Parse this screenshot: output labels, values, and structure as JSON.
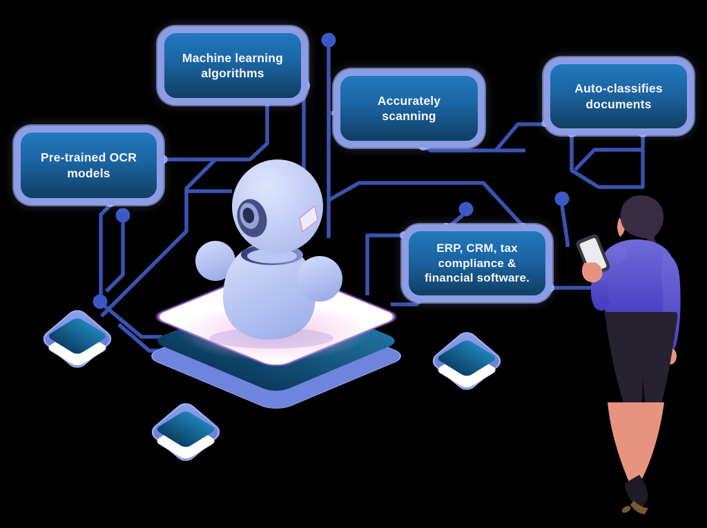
{
  "title": "AI document scanning robot infographic",
  "background_color": "#000000",
  "nodes": [
    {
      "id": "machine-learning",
      "label": "Machine learning algorithms"
    },
    {
      "id": "pretrained-ocr",
      "label": "Pre-trained OCR models"
    },
    {
      "id": "accurately-scanning",
      "label": "Accurately scanning"
    },
    {
      "id": "auto-classifies",
      "label": "Auto-classifies documents"
    },
    {
      "id": "erp-integration",
      "label": "ERP, CRM, tax compliance & financial software."
    }
  ],
  "colors": {
    "node_fill_top": "#2179BC",
    "node_fill_bottom": "#113F61",
    "node_border": "#8C9DE6",
    "node_text": "#F3F7FB",
    "connector_line": "#3A53B0",
    "connector_dot": "#3D58C6",
    "layer_icon_top": "#1E82B6",
    "layer_icon_bottom": "#0C4168",
    "platform_face": "#FFFFFF",
    "platform_rim_violet": "#8F5FD8",
    "platform_base": "#6F84DC",
    "robot_body": "#BCC9F4",
    "woman_top": "#5F55CE",
    "woman_skin": "#E8937F",
    "woman_hair": "#382D44"
  },
  "illustrations": [
    {
      "name": "robot",
      "description": "isometric robot with camera eye on glowing platform"
    },
    {
      "name": "stacked-layers-icon",
      "count": 3
    },
    {
      "name": "woman-with-phone",
      "description": "woman seen from behind holding a smartphone"
    }
  ]
}
